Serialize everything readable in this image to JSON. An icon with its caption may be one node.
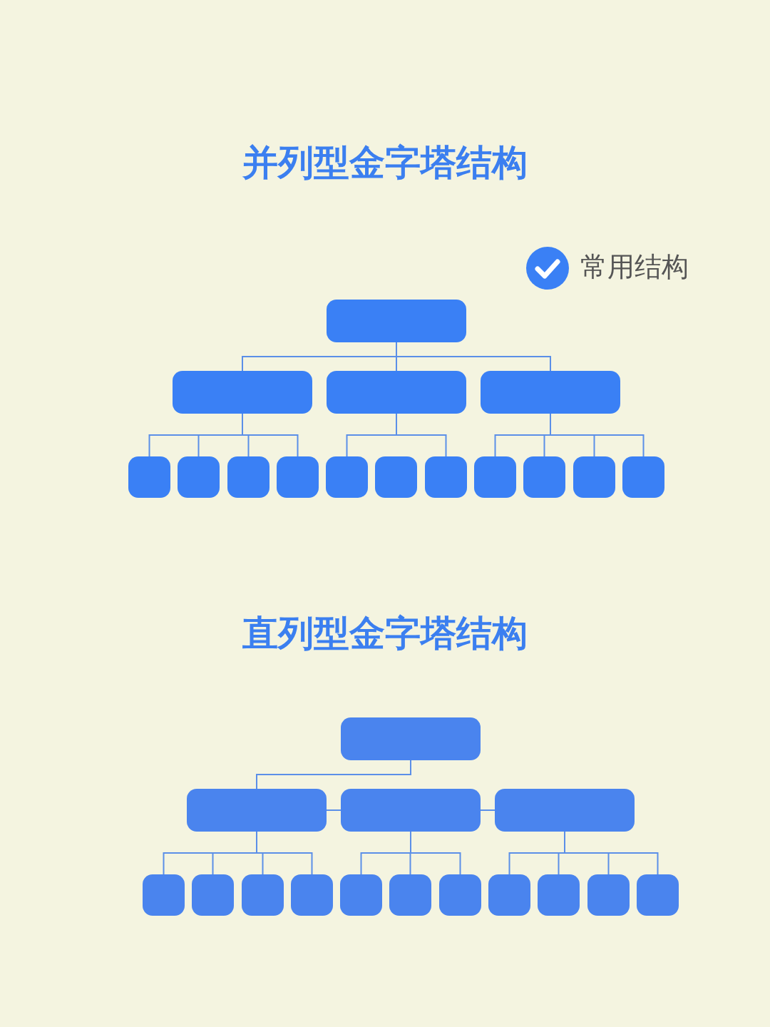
{
  "diagram": {
    "nodes": [
      {
        "text": [],
        "shape": "box"
      },
      {
        "text": [],
        "shape": "box"
      },
      {
        "text": [],
        "shape": "box"
      },
      {
        "text": [],
        "shape": "box"
      },
      {
        "text": [],
        "shape": "box"
      },
      {
        "text": [],
        "shape": "box"
      },
      {
        "text": [],
        "shape": "box"
      },
      {
        "text": [],
        "shape": "box"
      },
      {
        "text": [],
        "shape": "box"
      },
      {
        "text": [],
        "shape": "box"
      },
      {
        "text": [],
        "shape": "box"
      },
      {
        "text": [],
        "shape": "box"
      },
      {
        "text": [],
        "shape": "box"
      },
      {
        "text": [],
        "shape": "box"
      },
      {
        "text": [],
        "shape": "box"
      },
      {
        "text": [],
        "shape": "box"
      },
      {
        "text": [],
        "shape": "box"
      },
      {
        "text": [],
        "shape": "box"
      },
      {
        "text": [],
        "shape": "box"
      },
      {
        "text": [],
        "shape": "box"
      },
      {
        "text": [],
        "shape": "box"
      },
      {
        "text": [],
        "shape": "box"
      },
      {
        "text": [],
        "shape": "box"
      },
      {
        "text": [],
        "shape": "box"
      },
      {
        "text": [],
        "shape": "box"
      },
      {
        "text": [],
        "shape": "box"
      },
      {
        "text": [],
        "shape": "box"
      },
      {
        "text": [],
        "shape": "box"
      },
      {
        "text": [],
        "shape": "box"
      },
      {
        "text": [],
        "shape": "box"
      }
    ],
    "edges": [
      {
        "from": 0,
        "to": 1,
        "arrow": "none"
      },
      {
        "from": 0,
        "to": 2,
        "arrow": "none"
      },
      {
        "from": 0,
        "to": 3,
        "arrow": "none"
      },
      {
        "from": 1,
        "to": 4,
        "arrow": "none"
      },
      {
        "from": 1,
        "to": 5,
        "arrow": "none"
      },
      {
        "from": 1,
        "to": 6,
        "arrow": "none"
      },
      {
        "from": 1,
        "to": 7,
        "arrow": "none"
      },
      {
        "from": 2,
        "to": 8,
        "arrow": "none"
      },
      {
        "from": 2,
        "to": 10,
        "arrow": "none"
      },
      {
        "from": 3,
        "to": 11,
        "arrow": "none"
      },
      {
        "from": 3,
        "to": 12,
        "arrow": "none"
      },
      {
        "from": 3,
        "to": 13,
        "arrow": "none"
      },
      {
        "from": 3,
        "to": 14,
        "arrow": "none"
      },
      {
        "from": 15,
        "to": 16,
        "arrow": "none"
      },
      {
        "from": 16,
        "to": 17,
        "arrow": "none"
      },
      {
        "from": 17,
        "to": 18,
        "arrow": "none"
      },
      {
        "from": 16,
        "to": 19,
        "arrow": "none"
      },
      {
        "from": 16,
        "to": 20,
        "arrow": "none"
      },
      {
        "from": 16,
        "to": 21,
        "arrow": "none"
      },
      {
        "from": 16,
        "to": 22,
        "arrow": "none"
      },
      {
        "from": 17,
        "to": 23,
        "arrow": "none"
      },
      {
        "from": 17,
        "to": 24,
        "arrow": "none"
      },
      {
        "from": 17,
        "to": 25,
        "arrow": "none"
      },
      {
        "from": 18,
        "to": 26,
        "arrow": "none"
      },
      {
        "from": 18,
        "to": 27,
        "arrow": "none"
      },
      {
        "from": 18,
        "to": 28,
        "arrow": "none"
      },
      {
        "from": 18,
        "to": 29,
        "arrow": "none"
      }
    ],
    "labels": [
      "并列型金字塔结构",
      "常用结构",
      "直列型金字塔结构"
    ]
  }
}
